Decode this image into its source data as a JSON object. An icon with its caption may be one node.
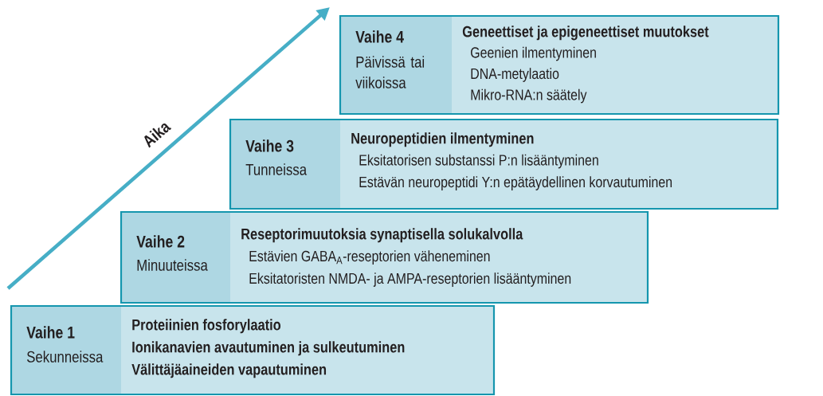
{
  "diagram": {
    "nodes": [
      {
        "text": [
          "Vaihe 4",
          "Päivissä tai viikoissa",
          "Geneettiset ja epigeneettiset muutokset",
          "Geenien ilmentyminen",
          "DNA-metylaatio",
          "Mikro-RNA:n säätely"
        ]
      },
      {
        "text": [
          "Vaihe 3",
          "Tunneissa",
          "Neuropeptidien ilmentyminen",
          "Eksitatorisen substanssi P:n lisääntyminen",
          "Estävän neuropeptidi Y:n epätäydellinen korvautuminen"
        ]
      },
      {
        "text": [
          "Vaihe 2",
          "Minuuteissa",
          "Reseptorimuutoksia synaptisella solukalvolla",
          "Estävien GABA$_{A}$-reseptorien väheneminen",
          "Eksitatoristen NMDA- ja AMPA-reseptorien lisääntyminen"
        ]
      },
      {
        "text": [
          "Vaihe 1",
          "Sekunneissa",
          "Proteiinien fosforylaatio",
          "Ionikanavien avautuminen ja sulkeutuminen",
          "Välittäjäaineiden vapautuminen"
        ]
      }
    ],
    "labels": [
      "Aika"
    ]
  }
}
